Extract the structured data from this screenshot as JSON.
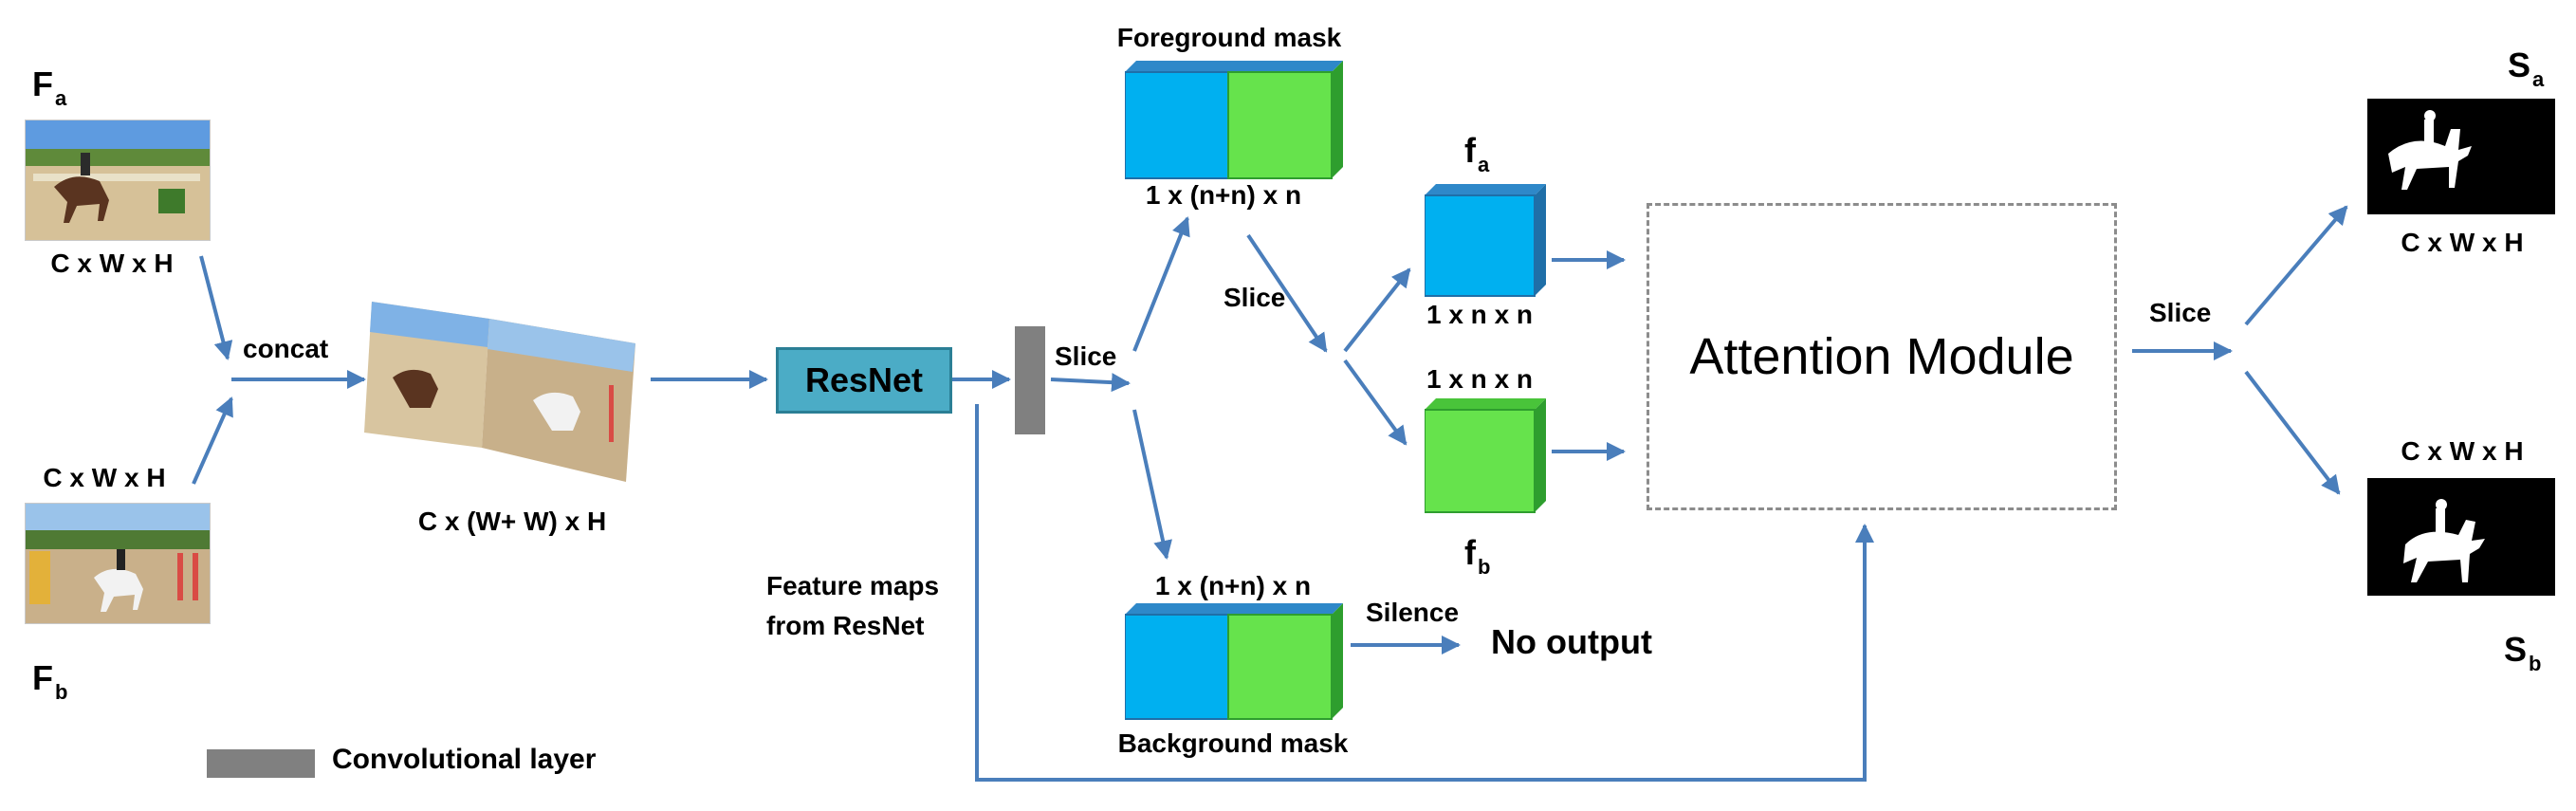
{
  "inputs": {
    "fa": {
      "symbol": "F",
      "sub": "a",
      "dim": "C x W x H"
    },
    "fb": {
      "symbol": "F",
      "sub": "b",
      "dim": "C x W x H"
    }
  },
  "concat": {
    "label": "concat",
    "dim": "C x (W+ W) x H"
  },
  "resnet": {
    "label": "ResNet",
    "feature_caption_line1": "Feature maps",
    "feature_caption_line2": "from ResNet"
  },
  "slice_labels": {
    "after_conv": "Slice",
    "mid": "Slice",
    "right": "Slice"
  },
  "foreground_mask": {
    "title": "Foreground mask",
    "dim": "1 x (n+n) x n"
  },
  "background_mask": {
    "title": "Background mask",
    "dim": "1 x (n+n) x n"
  },
  "feature_a": {
    "symbol": "f",
    "sub": "a",
    "dim": "1 x n x n"
  },
  "feature_b": {
    "symbol": "f",
    "sub": "b",
    "dim": "1 x n x n"
  },
  "silence": {
    "label": "Silence",
    "result": "No  output"
  },
  "attention": {
    "label": "Attention Module"
  },
  "outputs": {
    "sa": {
      "symbol": "S",
      "sub": "a",
      "dim": "C x W x H"
    },
    "sb": {
      "symbol": "S",
      "sub": "b",
      "dim": "C x W x H"
    }
  },
  "legend": {
    "label": "Convolutional layer"
  },
  "colors": {
    "arrow": "#4a7ebb",
    "blue": "#00b0f0",
    "green": "#66e34c",
    "resnet": "#4bacc6",
    "conv": "#808080"
  }
}
